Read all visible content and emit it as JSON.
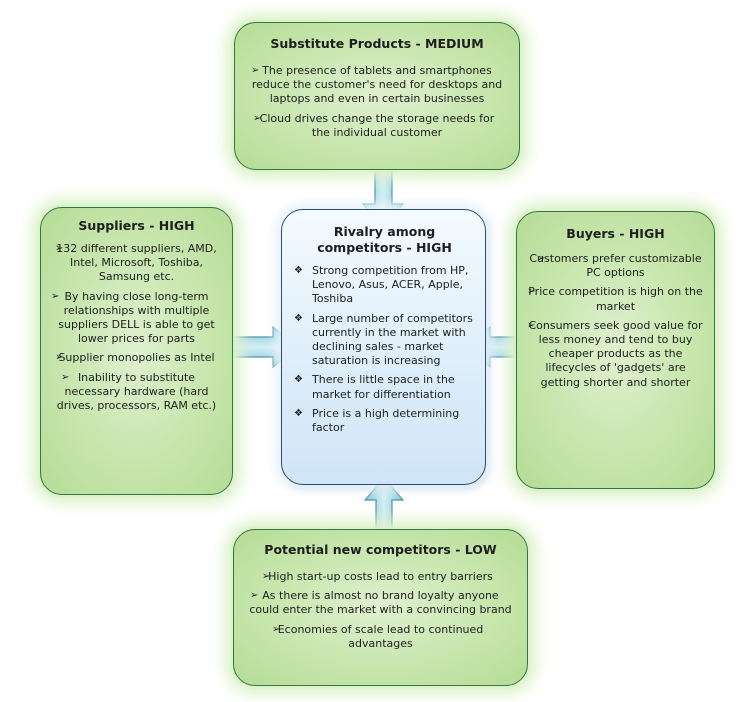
{
  "substitute": {
    "title": "Substitute Products - MEDIUM",
    "items": [
      "The presence of tablets and smartphones reduce the customer's need for desktops and laptops and even in certain businesses",
      "Cloud drives change the storage needs for the individual customer"
    ]
  },
  "suppliers": {
    "title": "Suppliers - HIGH",
    "items": [
      "132 different suppliers, AMD, Intel, Microsoft, Toshiba, Samsung etc.",
      "By having close long-term relationships with multiple suppliers DELL is able to get lower prices for parts",
      "Supplier monopolies as Intel",
      "Inability to substitute necessary hardware (hard drives, processors, RAM etc.)"
    ]
  },
  "rivalry": {
    "title": "Rivalry among competitors - HIGH",
    "items": [
      "Strong competition from HP, Lenovo, Asus, ACER, Apple, Toshiba",
      "Large number of competitors currently in the market with declining sales - market saturation is increasing",
      "There is little space in the market for differentiation",
      "Price is a high determining factor"
    ]
  },
  "buyers": {
    "title": "Buyers - HIGH",
    "items": [
      "Customers prefer customizable PC options",
      "Price competition is high on the market",
      "Consumers seek good value for less money and tend to buy cheaper products as the lifecycles of 'gadgets' are getting shorter and shorter"
    ]
  },
  "new_competitors": {
    "title": "Potential new competitors - LOW",
    "items": [
      "High start-up costs lead to entry barriers",
      "As there is almost no brand loyalty anyone could enter the market with a convincing brand",
      "Economies of scale lead to continued advantages"
    ]
  },
  "glyphs": {
    "arrow_bullet": "➢",
    "diamond_bullet": "❖"
  }
}
